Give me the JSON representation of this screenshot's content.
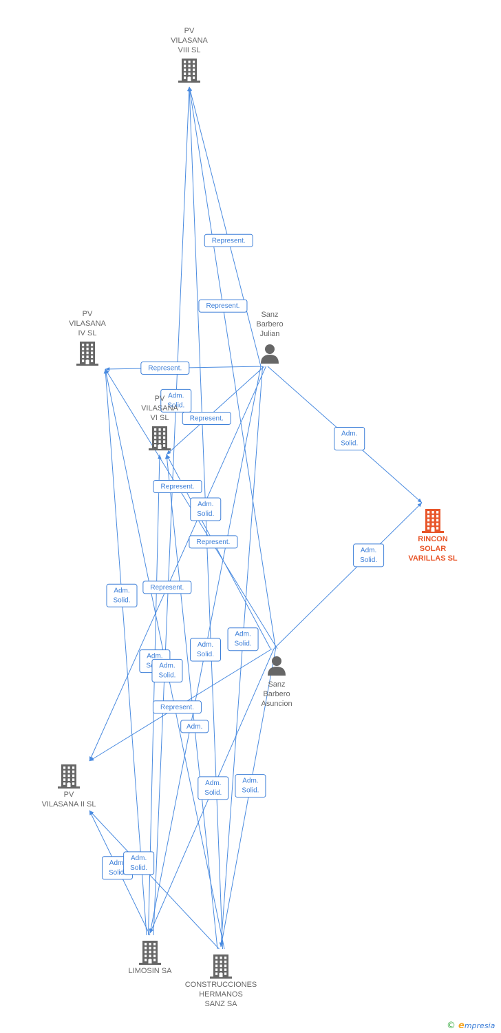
{
  "colors": {
    "edge": "#4a8be0",
    "node": "#666666",
    "main_node": "#e8562a"
  },
  "nodes": [
    {
      "id": "pv8",
      "kind": "company",
      "lines": [
        "PV",
        "VILASANA",
        "VIII SL"
      ]
    },
    {
      "id": "pv4",
      "kind": "company",
      "lines": [
        "PV",
        "VILASANA",
        "IV SL"
      ]
    },
    {
      "id": "pv6",
      "kind": "company",
      "lines": [
        "PV",
        "VILASANA",
        "VI SL"
      ]
    },
    {
      "id": "julian",
      "kind": "person",
      "lines": [
        "Sanz",
        "Barbero",
        "Julian"
      ]
    },
    {
      "id": "rincon",
      "kind": "company",
      "main": true,
      "lines": [
        "RINCON",
        "SOLAR",
        "VARILLAS SL"
      ]
    },
    {
      "id": "asuncion",
      "kind": "person",
      "lines": [
        "Sanz",
        "Barbero",
        "Asuncion"
      ]
    },
    {
      "id": "pv2",
      "kind": "company",
      "lines": [
        "PV",
        "VILASANA II SL"
      ]
    },
    {
      "id": "limosin",
      "kind": "company",
      "lines": [
        "LIMOSIN SA"
      ]
    },
    {
      "id": "construcciones",
      "kind": "company",
      "lines": [
        "CONSTRUCCIONES",
        "HERMANOS",
        "SANZ SA"
      ]
    }
  ],
  "edges": [
    {
      "from": "julian",
      "to": "pv8",
      "label": [
        "Represent."
      ]
    },
    {
      "from": "julian",
      "to": "pv4",
      "label": [
        "Represent."
      ]
    },
    {
      "from": "julian",
      "to": "pv6",
      "label": [
        "Represent."
      ]
    },
    {
      "from": "julian",
      "to": "pv2",
      "label": [
        "Represent."
      ]
    },
    {
      "from": "julian",
      "to": "rincon",
      "label": [
        "Adm.",
        "Solid."
      ]
    },
    {
      "from": "julian",
      "to": "limosin",
      "label": [
        "Adm.",
        "Solid."
      ]
    },
    {
      "from": "julian",
      "to": "construcciones",
      "label": [
        "Adm.",
        "Solid."
      ]
    },
    {
      "from": "asuncion",
      "to": "rincon",
      "label": [
        "Adm.",
        "Solid."
      ]
    },
    {
      "from": "asuncion",
      "to": "pv8",
      "label": [
        "Represent."
      ]
    },
    {
      "from": "asuncion",
      "to": "pv4",
      "label": [
        "Represent."
      ]
    },
    {
      "from": "asuncion",
      "to": "pv6",
      "label": [
        "Represent."
      ]
    },
    {
      "from": "asuncion",
      "to": "pv2",
      "label": [
        "Represent."
      ]
    },
    {
      "from": "asuncion",
      "to": "limosin",
      "label": [
        "Adm.",
        "Solid."
      ]
    },
    {
      "from": "asuncion",
      "to": "construcciones",
      "label": [
        "Adm.",
        "Solid."
      ]
    },
    {
      "from": "limosin",
      "to": "pv8",
      "label": [
        "Adm.",
        "Solid."
      ]
    },
    {
      "from": "limosin",
      "to": "pv4",
      "label": [
        "Adm.",
        "Solid."
      ]
    },
    {
      "from": "limosin",
      "to": "pv6",
      "label": [
        "Adm.",
        "Solid."
      ]
    },
    {
      "from": "limosin",
      "to": "pv2",
      "label": [
        "Adm.",
        "Solid."
      ]
    },
    {
      "from": "construcciones",
      "to": "pv8",
      "label": [
        "Adm.",
        "Solid."
      ]
    },
    {
      "from": "construcciones",
      "to": "pv4",
      "label": [
        "Adm.",
        "Solid."
      ]
    },
    {
      "from": "construcciones",
      "to": "pv6",
      "label": [
        "Adm."
      ]
    },
    {
      "from": "construcciones",
      "to": "pv2",
      "label": [
        "Adm.",
        "Solid."
      ]
    }
  ],
  "footer": {
    "copyright": "©",
    "brand_initial": "e",
    "brand_rest": "mpresia"
  }
}
